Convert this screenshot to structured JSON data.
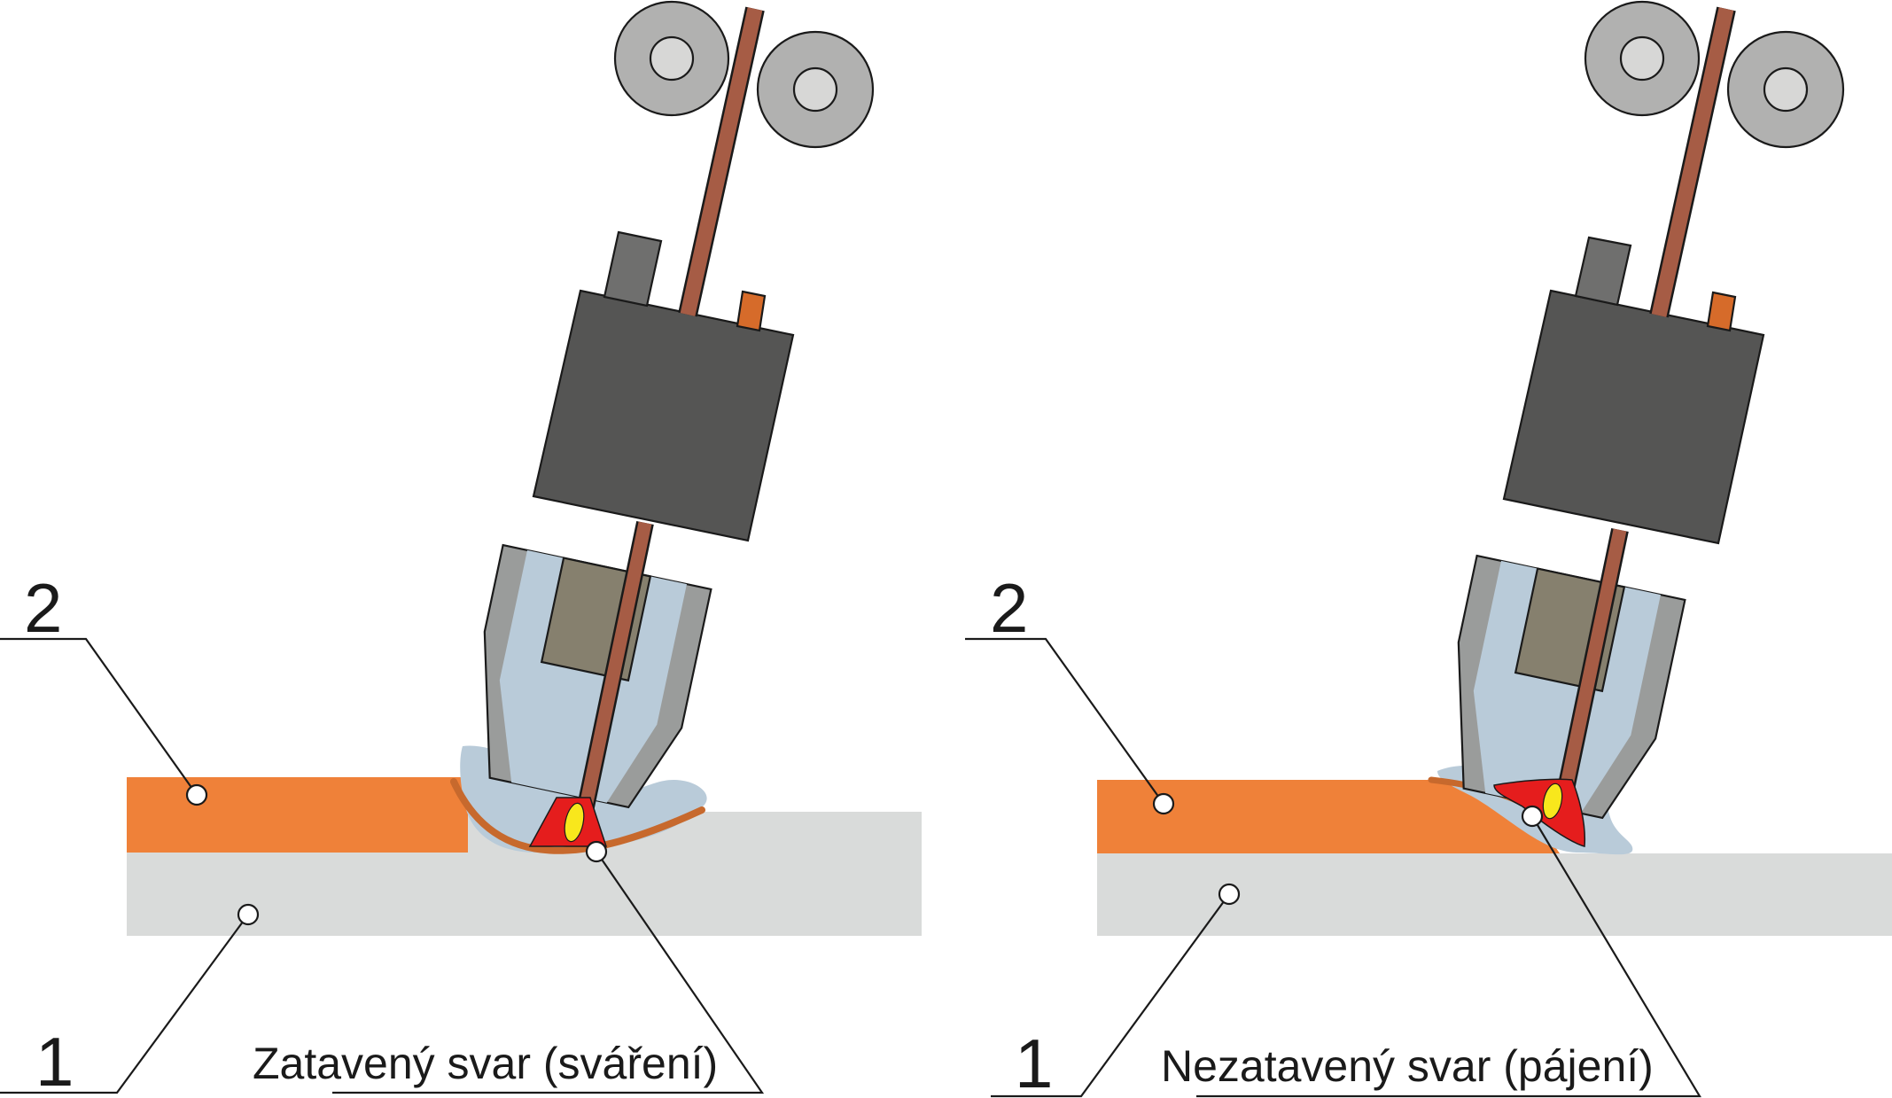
{
  "colors": {
    "base_plate": "#d9dbda",
    "top_plate": "#ef8139",
    "wire": "#a65c45",
    "torch_body": "#555554",
    "nozzle": "#9a9c9b",
    "gas_shield": "#b9cbd9",
    "contact_tip": "#86806e",
    "roller": "#b1b1b0",
    "roller_hub": "#d7d7d6",
    "arc_red": "#e51d1d",
    "arc_yellow": "#f8e71c",
    "cable_grey": "#6f6f6e",
    "small_pin": "#d66b2a"
  },
  "left_panel": {
    "label_top_plate": "2",
    "label_base_plate": "1",
    "caption": "Zatavený svar (sváření)"
  },
  "right_panel": {
    "label_top_plate": "2",
    "label_base_plate": "1",
    "caption": "Nezatavený svar (pájení)"
  }
}
